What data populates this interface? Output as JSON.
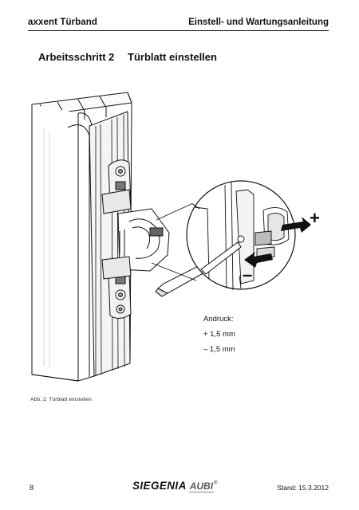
{
  "header": {
    "product": "axxent Türband",
    "document": "Einstell- und Wartungsanleitung"
  },
  "step": {
    "label": "Arbeitsschritt 2",
    "title": "Türblatt einstellen"
  },
  "figure": {
    "plus_sign": "+",
    "minus_sign": "–",
    "andruck_title": "Andruck:",
    "andruck_plus": "+ 1,5 mm",
    "andruck_minus": "– 1,5 mm",
    "caption": "Abb. 2: Türblatt einstellen"
  },
  "footer": {
    "page_number": "8",
    "brand": "SIEGENIA",
    "brand_sub": "AUBI",
    "brand_reg": "®",
    "date": "Stand: 15.3.2012"
  }
}
